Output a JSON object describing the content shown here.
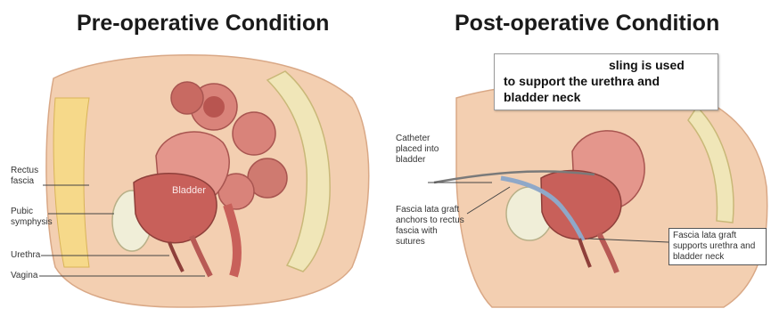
{
  "pre": {
    "title": "Pre-operative Condition",
    "organ_label": "Bladder",
    "labels": {
      "rectus_fascia": "Rectus fascia",
      "pubic_symphysis": "Pubic symphysis",
      "urethra": "Urethra",
      "vagina": "Vagina"
    }
  },
  "post": {
    "title": "Post-operative Condition",
    "callout_lines": [
      "sling is used",
      "to support the urethra and",
      "bladder neck"
    ],
    "labels": {
      "catheter": "Catheter placed into bladder",
      "fascia_anchor": "Fascia lata graft anchors to rectus fascia with sutures",
      "graft_support": "Fascia lata graft supports urethra and bladder neck"
    }
  },
  "colors": {
    "skin": "#f2c9a8",
    "tissue": "#d9837a",
    "bladder": "#c8605a",
    "bone": "#f0e6b8",
    "graft": "#8fa8c8",
    "line": "#444444"
  }
}
